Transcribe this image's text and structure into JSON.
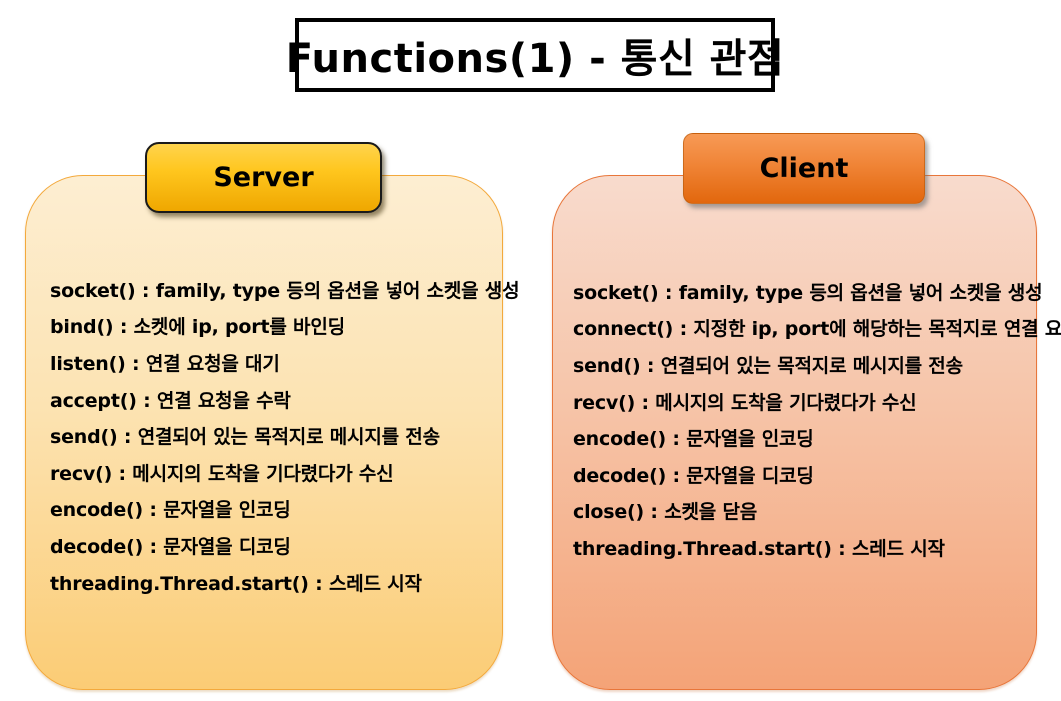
{
  "title": "Functions(1) - 통신 관점",
  "colors": {
    "server_header_top": "#ffd44d",
    "server_header_bottom": "#efa700",
    "server_panel_top": "#fdeed2",
    "server_panel_bottom": "#fbcc75",
    "server_panel_border": "#f3a93c",
    "client_header_top": "#f79a56",
    "client_header_bottom": "#e2670d",
    "client_panel_top": "#f8dbcd",
    "client_panel_bottom": "#f4a377",
    "client_panel_border": "#e8763a",
    "text": "#000000",
    "title_border": "#000000"
  },
  "server": {
    "label": "Server",
    "items": [
      "socket() : family, type 등의 옵션을 넣어 소켓을 생성",
      "bind() : 소켓에 ip, port를 바인딩",
      "listen() : 연결 요청을 대기",
      "accept() : 연결 요청을 수락",
      "send() : 연결되어 있는 목적지로 메시지를 전송",
      "recv() : 메시지의 도착을 기다렸다가 수신",
      "encode() : 문자열을 인코딩",
      "decode() : 문자열을 디코딩",
      "threading.Thread.start() : 스레드 시작"
    ]
  },
  "client": {
    "label": "Client",
    "items": [
      "socket() : family, type 등의 옵션을 넣어 소켓을 생성",
      "connect() : 지정한 ip, port에 해당하는 목적지로 연결 요청",
      "send() : 연결되어 있는 목적지로 메시지를 전송",
      "recv() : 메시지의 도착을 기다렸다가 수신",
      "encode() : 문자열을 인코딩",
      "decode() : 문자열을 디코딩",
      "close() : 소켓을 닫음",
      "threading.Thread.start() : 스레드 시작"
    ]
  }
}
